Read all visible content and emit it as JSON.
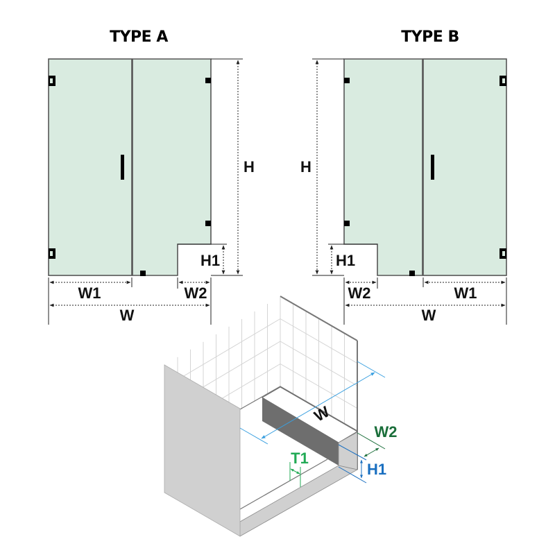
{
  "type_a": {
    "title": "TYPE A",
    "labels": {
      "h": "H",
      "h1": "H1",
      "w1": "W1",
      "w2": "W2",
      "w": "W"
    }
  },
  "type_b": {
    "title": "TYPE B",
    "labels": {
      "h": "H",
      "h1": "H1",
      "w1": "W1",
      "w2": "W2",
      "w": "W"
    }
  },
  "iso": {
    "labels": {
      "w": "W",
      "w2": "W2",
      "h1": "H1",
      "t1": "T1"
    }
  },
  "colors": {
    "glass": "#d9ebe0",
    "w_dim": "#3aa0e0",
    "w2_dim": "#1a6e3a",
    "h1_dim": "#1a6fc0",
    "t1_dim": "#22aa55",
    "wall": "#d0d0d0",
    "bench_face": "#6e6e6e"
  }
}
